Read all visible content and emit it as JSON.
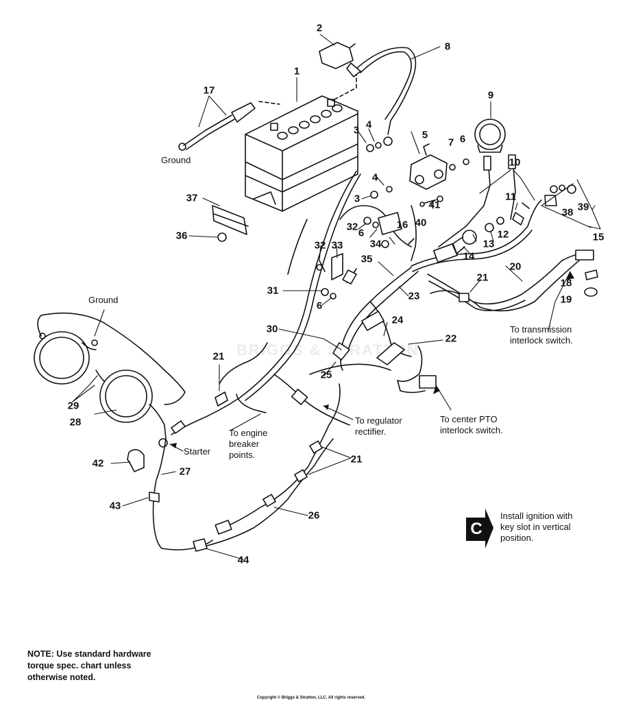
{
  "part_numbers": [
    "1",
    "2",
    "3",
    "4",
    "5",
    "6",
    "7",
    "6",
    "8",
    "9",
    "10",
    "11",
    "12",
    "13",
    "14",
    "15",
    "16",
    "17",
    "18",
    "19",
    "20",
    "21",
    "21",
    "21",
    "22",
    "23",
    "24",
    "25",
    "26",
    "27",
    "28",
    "29",
    "30",
    "31",
    "6",
    "32",
    "32",
    "33",
    "34",
    "35",
    "36",
    "37",
    "38",
    "39",
    "40",
    "41",
    "3",
    "4",
    "42",
    "43",
    "44"
  ],
  "labels": {
    "ground_top": "Ground",
    "ground_left": "Ground",
    "starter": "Starter",
    "to_transmission": "To transmission\ninterlock switch.",
    "to_center_pto": "To center PTO\ninterlock switch.",
    "to_regulator": "To regulator\nrectifier.",
    "to_engine": "To engine\nbreaker\npoints."
  },
  "callout": {
    "icon_letter": "C",
    "text": "Install ignition with\nkey slot in vertical\nposition."
  },
  "note": "NOTE: Use standard hardware\ntorque spec. chart unless\notherwise noted.",
  "watermark": "BRIGGS & STRATTON",
  "copyright": "Copyright © Briggs & Stratton, LLC. All rights reserved."
}
